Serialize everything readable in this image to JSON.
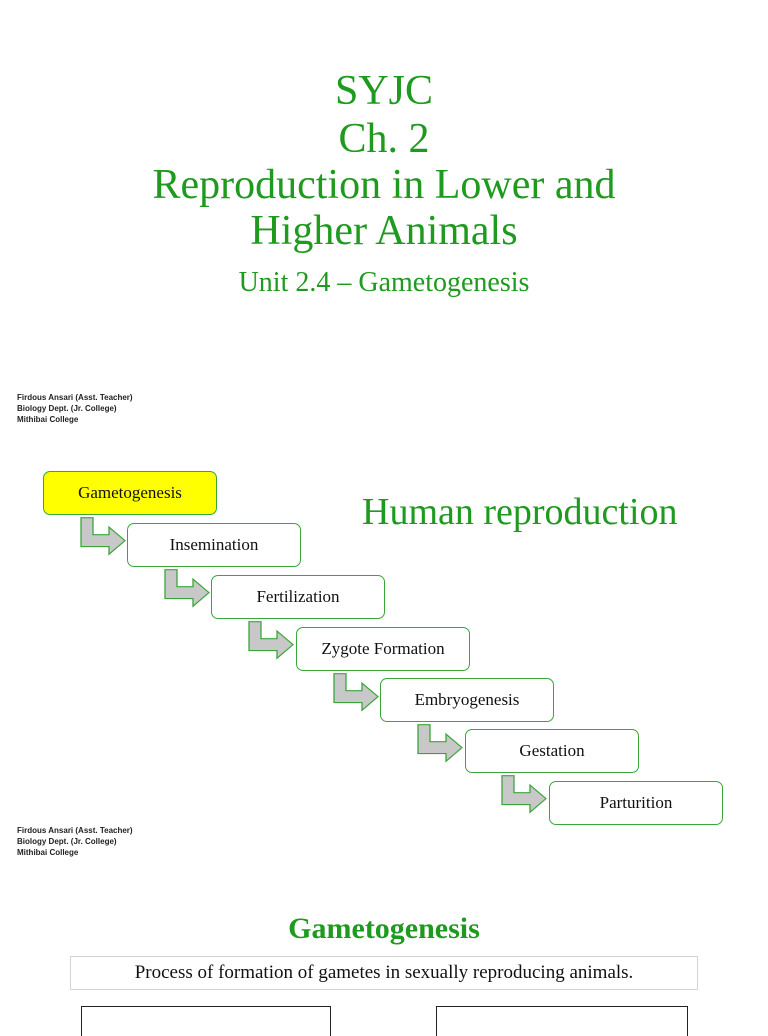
{
  "slide1": {
    "title_lines": [
      "SYJC",
      "Ch. 2",
      "Reproduction in Lower and",
      "Higher Animals"
    ],
    "subtitle": "Unit 2.4 – Gametogenesis",
    "credit": [
      "Firdous Ansari (Asst. Teacher)",
      "Biology Dept. (Jr. College)",
      "Mithibai College"
    ]
  },
  "slide2": {
    "heading": "Human reproduction",
    "steps": [
      "Gametogenesis",
      "Insemination",
      "Fertilization",
      "Zygote Formation",
      "Embryogenesis",
      "Gestation",
      "Parturition"
    ],
    "highlight_color": "#ffff00",
    "credit": [
      "Firdous Ansari (Asst. Teacher)",
      "Biology Dept. (Jr. College)",
      "Mithibai College"
    ]
  },
  "slide3": {
    "heading": "Gametogenesis",
    "definition": "Process of  formation of  gametes  in sexually reproducing animals."
  },
  "colors": {
    "accent_green": "#1e9a1e",
    "box_border": "#3aa63a",
    "arrow_fill": "#c8c8c8"
  }
}
